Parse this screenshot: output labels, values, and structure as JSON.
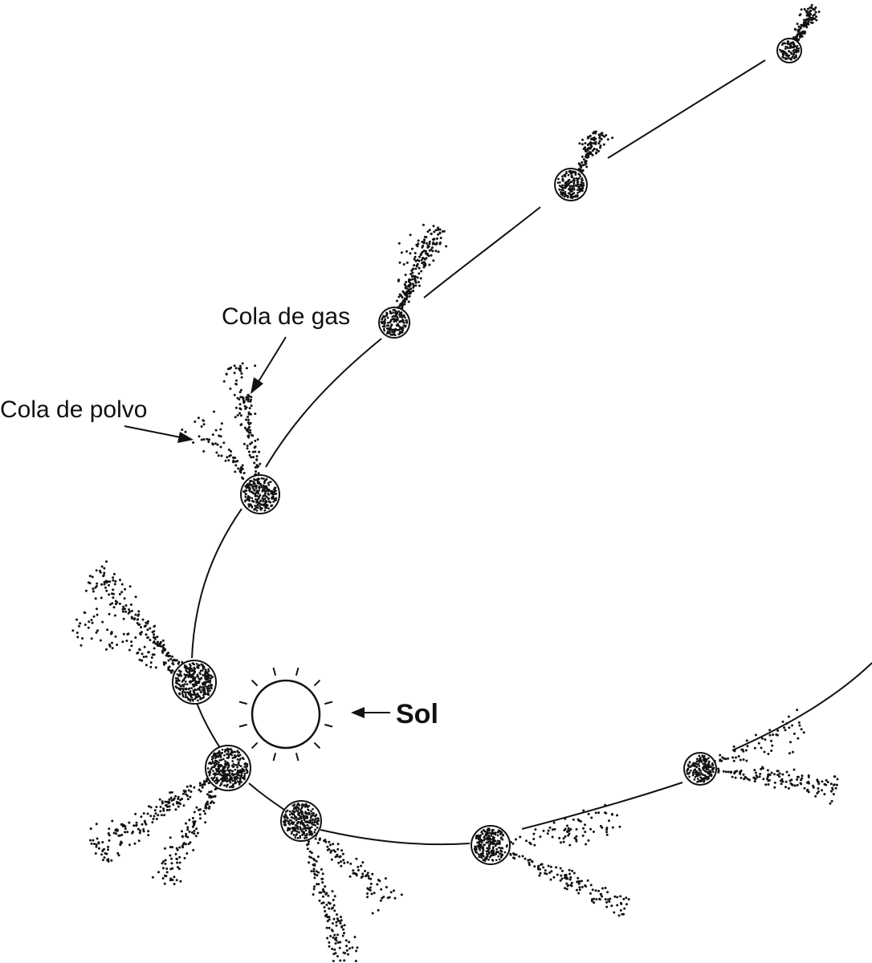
{
  "labels": {
    "gas_tail": "Cola de gas",
    "dust_tail": "Cola de polvo",
    "sun": "Sol"
  },
  "colors": {
    "ink": "#111111",
    "background": "#ffffff"
  },
  "comet_count": 9
}
